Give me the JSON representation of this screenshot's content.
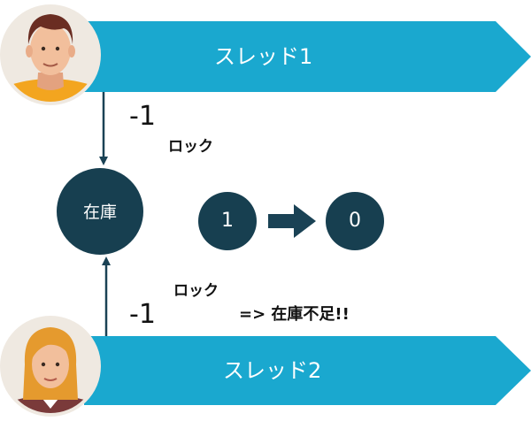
{
  "threads": [
    {
      "label": "スレッド1"
    },
    {
      "label": "スレッド2"
    }
  ],
  "stock_node": {
    "label": "在庫"
  },
  "values": {
    "before": "1",
    "after": "0"
  },
  "annotations": {
    "top_decrement": "-1",
    "top_lock": "ロック",
    "bottom_decrement": "-1",
    "bottom_lock": "ロック",
    "shortage_note": "=> 在庫不足!!"
  },
  "colors": {
    "banner": "#1aa8cf",
    "node": "#173f50",
    "arrow": "#1a4255"
  },
  "icons": {
    "thread1_avatar": "man-avatar-icon",
    "thread2_avatar": "woman-avatar-icon"
  }
}
